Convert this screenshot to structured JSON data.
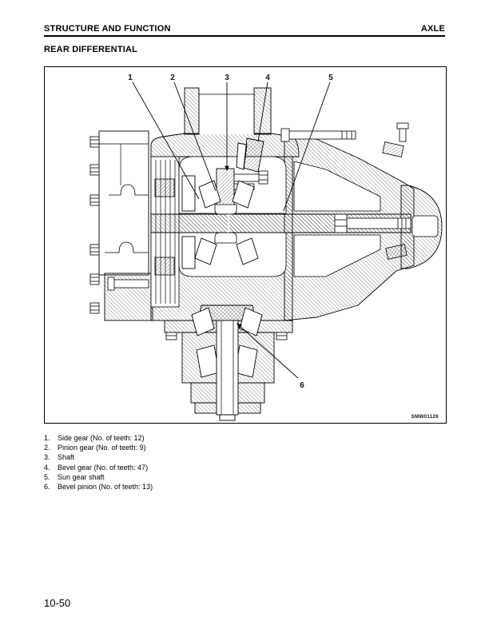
{
  "header": {
    "left": "STRUCTURE AND FUNCTION",
    "right": "AXLE"
  },
  "section_title": "REAR DIFFERENTIAL",
  "figure": {
    "code": "SMW01126",
    "callouts": [
      "1",
      "2",
      "3",
      "4",
      "5",
      "6"
    ]
  },
  "parts_list": {
    "items": [
      {
        "number": "1.",
        "text": "Side gear (No. of teeth: 12)"
      },
      {
        "number": "2.",
        "text": "Pinion gear (No. of teeth: 9)"
      },
      {
        "number": "3.",
        "text": "Shaft"
      },
      {
        "number": "4.",
        "text": "Bevel gear (No. of teeth: 47)"
      },
      {
        "number": "5.",
        "text": "Sun gear shaft"
      },
      {
        "number": "6.",
        "text": "Bevel pinion (No. of teeth: 13)"
      }
    ]
  },
  "footer": {
    "page_number": "10-50"
  }
}
